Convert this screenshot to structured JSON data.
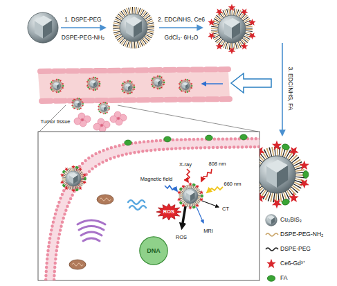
{
  "diagram": {
    "nodes": [
      {
        "text": [
          "ROS"
        ]
      },
      {
        "text": [
          "DNA"
        ]
      }
    ],
    "labels": [
      "1. DSPE-PEG",
      "DSPE-PEG-NH₂",
      "2. EDC/NHS, Ce6",
      "GdCl₃· 6H₂O",
      "3. EDC/NHS, FA",
      "Tumor tissue",
      "X-ray",
      "808 nm",
      "Magnetic field",
      "660 nm",
      "CT",
      "ROS",
      "MRI"
    ],
    "legend": [
      {
        "text": "Cu₃BiS₃"
      },
      {
        "text": "DSPE-PEG-NH₂"
      },
      {
        "text": "DSPE-PEG"
      },
      {
        "text": "Ce6-Gd³⁺"
      },
      {
        "text": "FA"
      }
    ]
  }
}
